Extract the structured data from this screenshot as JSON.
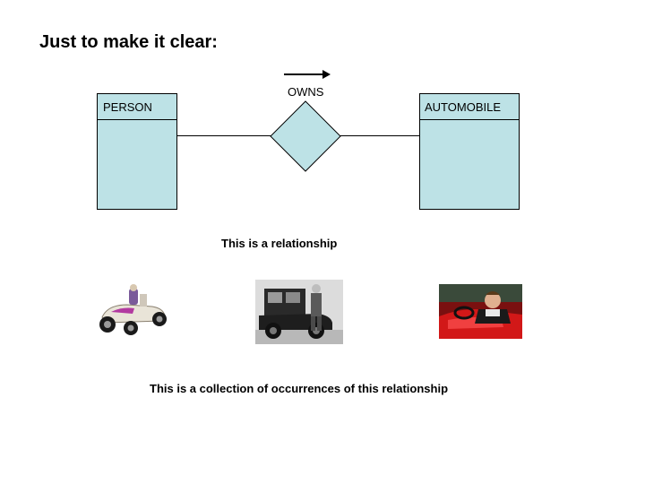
{
  "title": "Just to make it clear:",
  "diagram": {
    "entity_left": "PERSON",
    "entity_right": "AUTOMOBILE",
    "relationship": "OWNS",
    "relationship_caption": "This is a relationship"
  },
  "occurrences": {
    "caption": "This is a collection of occurrences of this relationship",
    "images": [
      "go-kart-image",
      "vintage-car-owner-image",
      "sports-car-driver-image"
    ]
  },
  "colors": {
    "entity_fill": "#bde2e6",
    "relationship_fill": "#bde2e6",
    "stroke": "#000000"
  }
}
